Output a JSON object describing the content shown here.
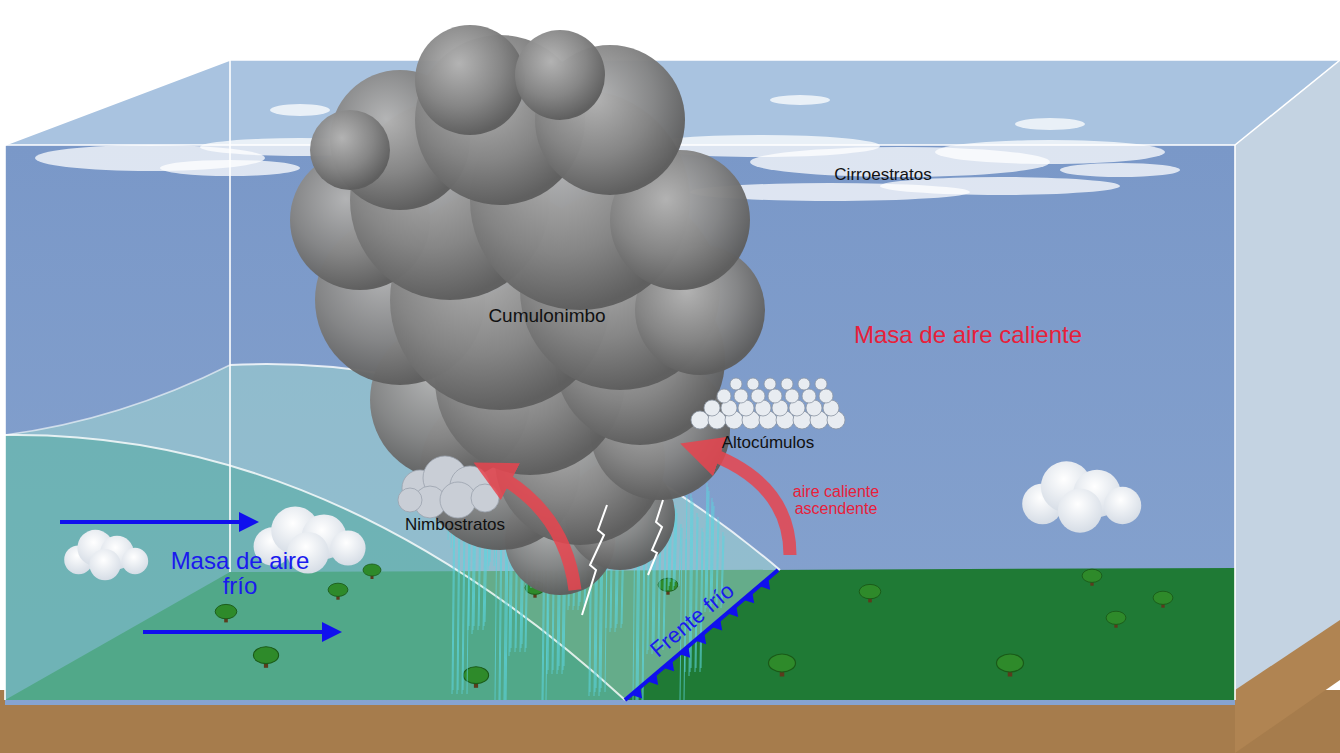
{
  "diagram": {
    "labels": [
      "Cirroestratos",
      "Cumulonimbo",
      "Masa de aire caliente",
      "Altocúmulos",
      "aire caliente ascendente",
      "Nimbostratos",
      "Masa de aire frío",
      "Frente frío"
    ]
  }
}
